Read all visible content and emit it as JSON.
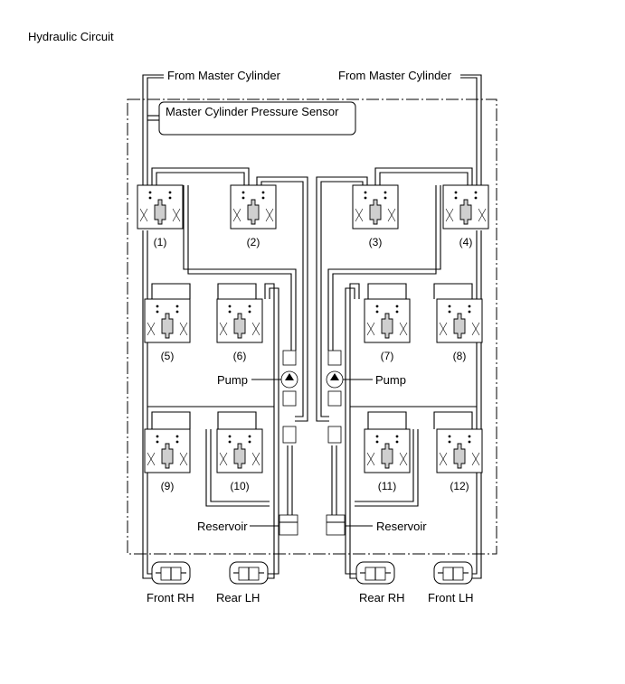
{
  "title": "Hydraulic Circuit",
  "labels": {
    "master_cylinder_left": "From Master Cylinder",
    "master_cylinder_right": "From Master Cylinder",
    "pressure_sensor": "Master Cylinder Pressure Sensor",
    "pump_left": "Pump",
    "pump_right": "Pump",
    "reservoir_left": "Reservoir",
    "reservoir_right": "Reservoir",
    "front_rh": "Front RH",
    "rear_lh": "Rear LH",
    "rear_rh": "Rear RH",
    "front_lh": "Front LH"
  },
  "valves": [
    "(1)",
    "(2)",
    "(3)",
    "(4)",
    "(5)",
    "(6)",
    "(7)",
    "(8)",
    "(9)",
    "(10)",
    "(11)",
    "(12)"
  ]
}
